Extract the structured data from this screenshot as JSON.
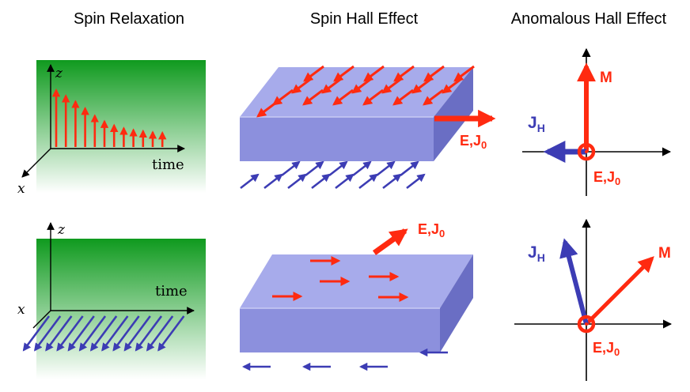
{
  "headers": {
    "spin_relaxation": "Spin Relaxation",
    "spin_hall": "Spin Hall Effect",
    "anomalous_hall": "Anomalous Hall Effect"
  },
  "axes": {
    "z": "z",
    "x": "x",
    "time": "time"
  },
  "labels": {
    "E": "E,J",
    "J0_sub": "0",
    "J": "J",
    "H_sub": "H",
    "M": "M"
  },
  "colors": {
    "spin_red": "#ff2a10",
    "spin_blue": "#3c3cb4",
    "green": "#149614",
    "slab_top": "#a9aded",
    "slab_front": "#8f93e0",
    "slab_side": "#6d71c6"
  },
  "relaxation": {
    "top_decay_heights": [
      1.0,
      0.9,
      0.8,
      0.68,
      0.55,
      0.45,
      0.38,
      0.33,
      0.3,
      0.28,
      0.26,
      0.25
    ]
  }
}
